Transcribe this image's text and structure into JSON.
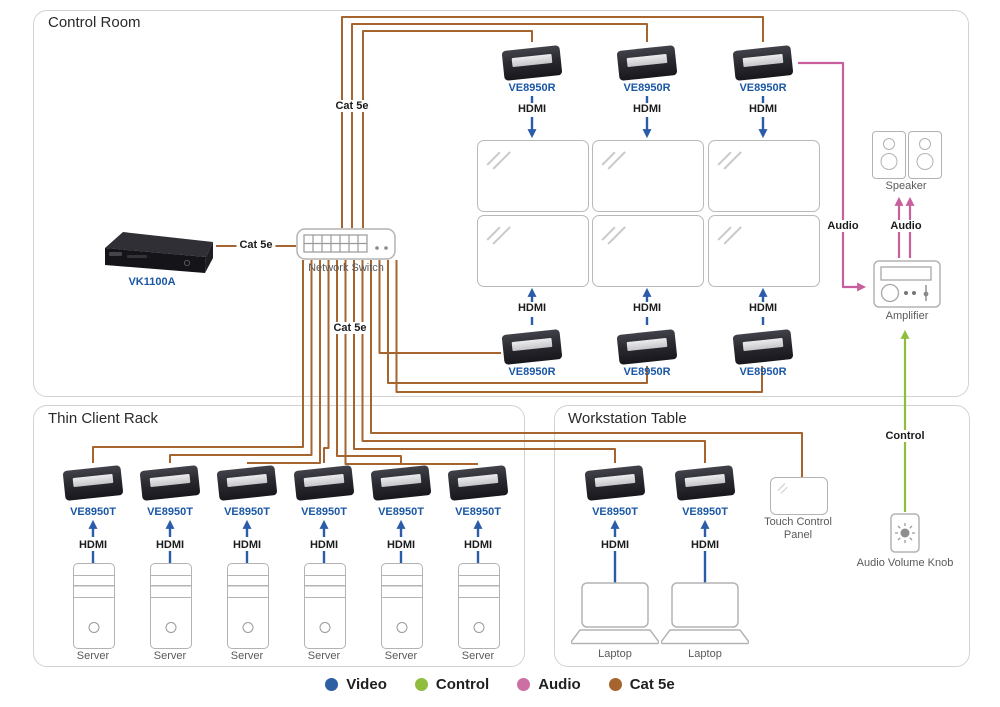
{
  "panels": {
    "control_room": {
      "title": "Control Room"
    },
    "thin_client_rack": {
      "title": "Thin Client Rack"
    },
    "workstation_table": {
      "title": "Workstation Table"
    }
  },
  "device_labels": {
    "receiver": "VE8950R",
    "transmitter": "VE8950T",
    "controller": "VK1100A",
    "network_switch": "Network Switch",
    "speaker": "Speaker",
    "amplifier": "Amplifier",
    "server": "Server",
    "laptop": "Laptop",
    "touch_panel": "Touch Control Panel",
    "volume_knob": "Audio Volume Knob"
  },
  "wire_labels": {
    "hdmi": "HDMI",
    "cat5e": "Cat 5e",
    "audio": "Audio",
    "control": "Control"
  },
  "legend": {
    "items": [
      {
        "label": "Video",
        "color": "#2e5fa3"
      },
      {
        "label": "Control",
        "color": "#8fbe3f"
      },
      {
        "label": "Audio",
        "color": "#cc6fa4"
      },
      {
        "label": "Cat 5e",
        "color": "#a6652e"
      }
    ]
  }
}
